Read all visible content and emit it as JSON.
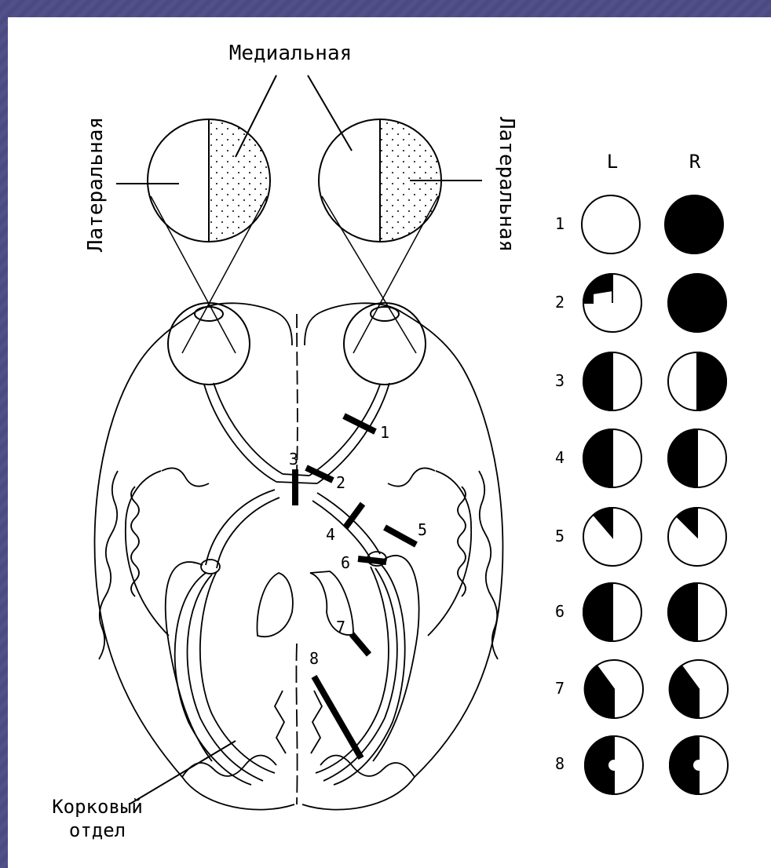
{
  "labels": {
    "medial": "Медиальная",
    "lateral_left": "Латеральная",
    "lateral_right": "Латеральная",
    "cortical_line1": "Корковый",
    "cortical_line2": "отдел"
  },
  "lesions": [
    "1",
    "2",
    "3",
    "4",
    "5",
    "6",
    "7",
    "8"
  ],
  "fields_table": {
    "headers": [
      "L",
      "R"
    ],
    "rows": [
      {
        "num": "1",
        "left": "full-white",
        "right": "full-black"
      },
      {
        "num": "2",
        "left": "upper-left-quadrant-black",
        "right": "full-black"
      },
      {
        "num": "3",
        "left": "left-half-black",
        "right": "right-half-black"
      },
      {
        "num": "4",
        "left": "left-half-black",
        "right": "left-half-black"
      },
      {
        "num": "5",
        "left": "upper-left-wedge-black",
        "right": "upper-left-wedge-black"
      },
      {
        "num": "6",
        "left": "left-half-black",
        "right": "left-half-black"
      },
      {
        "num": "7",
        "left": "lower-left-black",
        "right": "lower-left-black"
      },
      {
        "num": "8",
        "left": "left-half-black-macular-sparing",
        "right": "left-half-black-macular-sparing"
      }
    ]
  }
}
